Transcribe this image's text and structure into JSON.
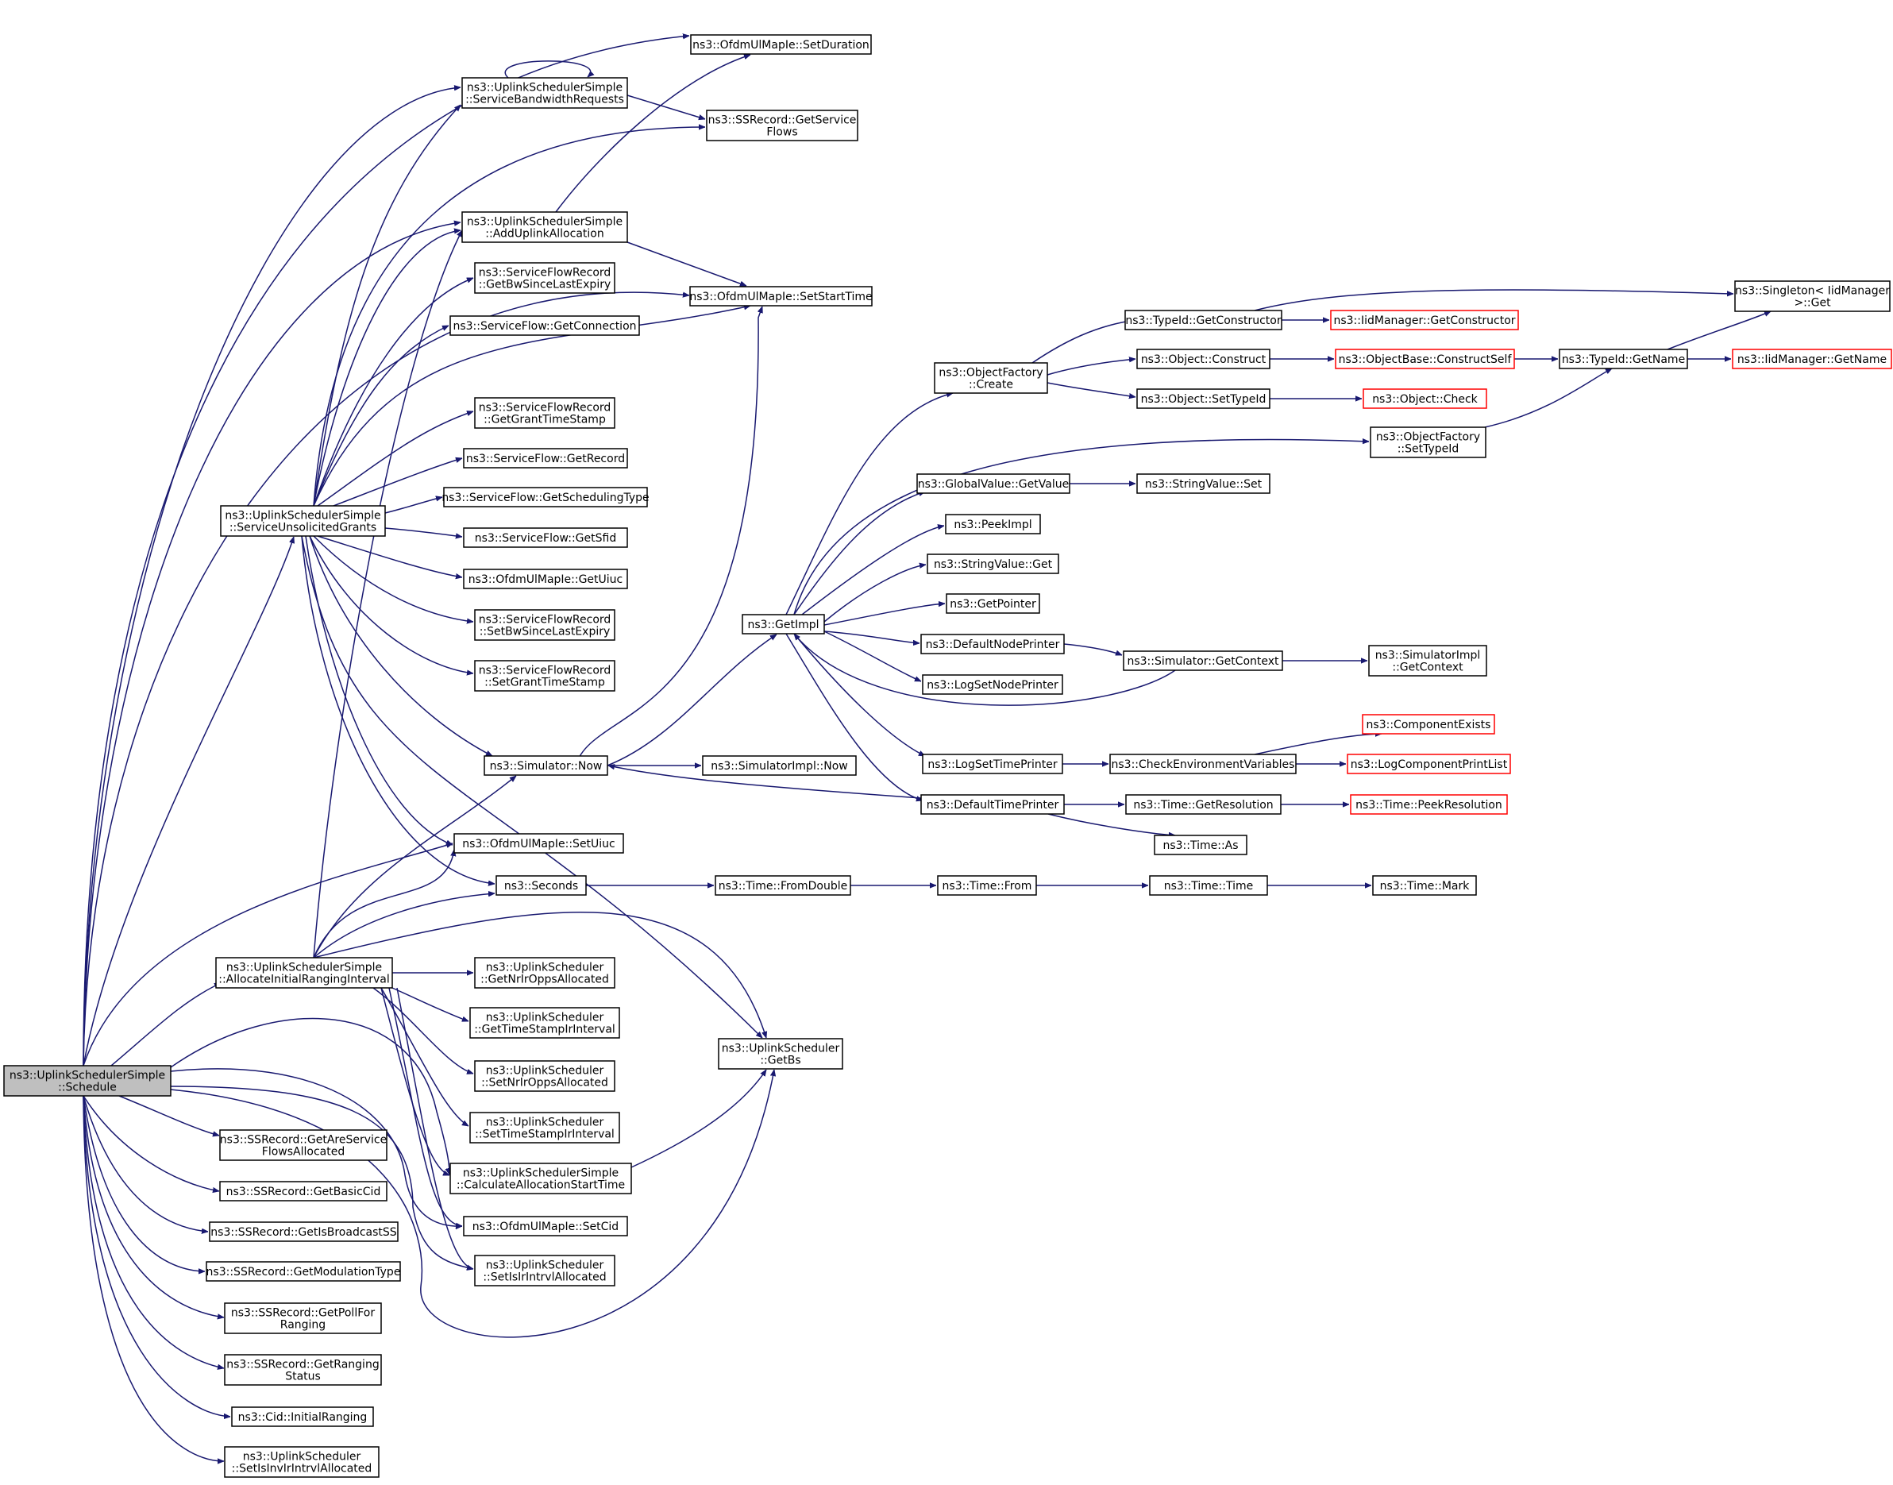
{
  "graph": {
    "root": "ns3::UplinkSchedulerSimple::Schedule",
    "colors": {
      "edge": "#191970",
      "root_fill": "#bfbfbf",
      "node_border": "#000000",
      "truncated_border": "#ff0000",
      "background": "#ffffff"
    },
    "nodes": [
      {
        "id": "schedule",
        "lines": [
          "ns3::UplinkSchedulerSimple",
          "::Schedule"
        ],
        "root": true
      },
      {
        "id": "setDuration",
        "lines": [
          "ns3::OfdmUlMapIe::SetDuration"
        ]
      },
      {
        "id": "serviceBw",
        "lines": [
          "ns3::UplinkSchedulerSimple",
          "::ServiceBandwidthRequests"
        ]
      },
      {
        "id": "getServiceFlows",
        "lines": [
          "ns3::SSRecord::GetService",
          "Flows"
        ]
      },
      {
        "id": "addUplink",
        "lines": [
          "ns3::UplinkSchedulerSimple",
          "::AddUplinkAllocation"
        ]
      },
      {
        "id": "getBwSince",
        "lines": [
          "ns3::ServiceFlowRecord",
          "::GetBwSinceLastExpiry"
        ]
      },
      {
        "id": "setStartTime",
        "lines": [
          "ns3::OfdmUlMapIe::SetStartTime"
        ]
      },
      {
        "id": "getConnection",
        "lines": [
          "ns3::ServiceFlow::GetConnection"
        ]
      },
      {
        "id": "getGrantTs",
        "lines": [
          "ns3::ServiceFlowRecord",
          "::GetGrantTimeStamp"
        ]
      },
      {
        "id": "getRecord",
        "lines": [
          "ns3::ServiceFlow::GetRecord"
        ]
      },
      {
        "id": "getSchedType",
        "lines": [
          "ns3::ServiceFlow::GetSchedulingType"
        ]
      },
      {
        "id": "serviceUnsol",
        "lines": [
          "ns3::UplinkSchedulerSimple",
          "::ServiceUnsolicitedGrants"
        ]
      },
      {
        "id": "getSfid",
        "lines": [
          "ns3::ServiceFlow::GetSfid"
        ]
      },
      {
        "id": "getUiuc",
        "lines": [
          "ns3::OfdmUlMapIe::GetUiuc"
        ]
      },
      {
        "id": "setBwSince",
        "lines": [
          "ns3::ServiceFlowRecord",
          "::SetBwSinceLastExpiry"
        ]
      },
      {
        "id": "setGrantTs",
        "lines": [
          "ns3::ServiceFlowRecord",
          "::SetGrantTimeStamp"
        ]
      },
      {
        "id": "simNow",
        "lines": [
          "ns3::Simulator::Now"
        ]
      },
      {
        "id": "setUiuc",
        "lines": [
          "ns3::OfdmUlMapIe::SetUiuc"
        ]
      },
      {
        "id": "seconds",
        "lines": [
          "ns3::Seconds"
        ]
      },
      {
        "id": "allocInit",
        "lines": [
          "ns3::UplinkSchedulerSimple",
          "::AllocateInitialRangingInterval"
        ]
      },
      {
        "id": "getNrIr",
        "lines": [
          "ns3::UplinkScheduler",
          "::GetNrIrOppsAllocated"
        ]
      },
      {
        "id": "getTsIr",
        "lines": [
          "ns3::UplinkScheduler",
          "::GetTimeStampIrInterval"
        ]
      },
      {
        "id": "setNrIr",
        "lines": [
          "ns3::UplinkScheduler",
          "::SetNrIrOppsAllocated"
        ]
      },
      {
        "id": "setTsIr",
        "lines": [
          "ns3::UplinkScheduler",
          "::SetTimeStampIrInterval"
        ]
      },
      {
        "id": "calcAlloc",
        "lines": [
          "ns3::UplinkSchedulerSimple",
          "::CalculateAllocationStartTime"
        ]
      },
      {
        "id": "setCid",
        "lines": [
          "ns3::OfdmUlMapIe::SetCid"
        ]
      },
      {
        "id": "setIsIr",
        "lines": [
          "ns3::UplinkScheduler",
          "::SetIsIrIntrvlAllocated"
        ]
      },
      {
        "id": "getAreSvc",
        "lines": [
          "ns3::SSRecord::GetAreService",
          "FlowsAllocated"
        ]
      },
      {
        "id": "getBasicCid",
        "lines": [
          "ns3::SSRecord::GetBasicCid"
        ]
      },
      {
        "id": "getIsBcast",
        "lines": [
          "ns3::SSRecord::GetIsBroadcastSS"
        ]
      },
      {
        "id": "getModType",
        "lines": [
          "ns3::SSRecord::GetModulationType"
        ]
      },
      {
        "id": "getPollFor",
        "lines": [
          "ns3::SSRecord::GetPollFor",
          "Ranging"
        ]
      },
      {
        "id": "getRangingStatus",
        "lines": [
          "ns3::SSRecord::GetRanging",
          "Status"
        ]
      },
      {
        "id": "initialRanging",
        "lines": [
          "ns3::Cid::InitialRanging"
        ]
      },
      {
        "id": "setIsInvIr",
        "lines": [
          "ns3::UplinkScheduler",
          "::SetIsInvIrIntrvlAllocated"
        ]
      },
      {
        "id": "getBs",
        "lines": [
          "ns3::UplinkScheduler",
          "::GetBs"
        ]
      },
      {
        "id": "simImplNow",
        "lines": [
          "ns3::SimulatorImpl::Now"
        ]
      },
      {
        "id": "getImpl",
        "lines": [
          "ns3::GetImpl"
        ]
      },
      {
        "id": "fromDouble",
        "lines": [
          "ns3::Time::FromDouble"
        ]
      },
      {
        "id": "timeFrom",
        "lines": [
          "ns3::Time::From"
        ]
      },
      {
        "id": "timeTime",
        "lines": [
          "ns3::Time::Time"
        ]
      },
      {
        "id": "timeMark",
        "lines": [
          "ns3::Time::Mark"
        ]
      },
      {
        "id": "objFactoryCreate",
        "lines": [
          "ns3::ObjectFactory",
          "::Create"
        ]
      },
      {
        "id": "typeIdGetCtor",
        "lines": [
          "ns3::TypeId::GetConstructor"
        ]
      },
      {
        "id": "iidGetCtor",
        "lines": [
          "ns3::IidManager::GetConstructor"
        ],
        "truncated": true
      },
      {
        "id": "singletonGet",
        "lines": [
          "ns3::Singleton< IidManager",
          " >::Get"
        ]
      },
      {
        "id": "objConstruct",
        "lines": [
          "ns3::Object::Construct"
        ]
      },
      {
        "id": "objBaseConstruct",
        "lines": [
          "ns3::ObjectBase::ConstructSelf"
        ],
        "truncated": true
      },
      {
        "id": "typeIdGetName",
        "lines": [
          "ns3::TypeId::GetName"
        ]
      },
      {
        "id": "iidGetName",
        "lines": [
          "ns3::IidManager::GetName"
        ],
        "truncated": true
      },
      {
        "id": "objSetTypeId",
        "lines": [
          "ns3::Object::SetTypeId"
        ]
      },
      {
        "id": "objCheck",
        "lines": [
          "ns3::Object::Check"
        ],
        "truncated": true
      },
      {
        "id": "ofSetTypeId",
        "lines": [
          "ns3::ObjectFactory",
          "::SetTypeId"
        ]
      },
      {
        "id": "gvGetValue",
        "lines": [
          "ns3::GlobalValue::GetValue"
        ]
      },
      {
        "id": "svSet",
        "lines": [
          "ns3::StringValue::Set"
        ]
      },
      {
        "id": "peekImpl",
        "lines": [
          "ns3::PeekImpl"
        ]
      },
      {
        "id": "svGet",
        "lines": [
          "ns3::StringValue::Get"
        ]
      },
      {
        "id": "getPointer",
        "lines": [
          "ns3::GetPointer"
        ]
      },
      {
        "id": "defNodePrinter",
        "lines": [
          "ns3::DefaultNodePrinter"
        ]
      },
      {
        "id": "simGetContext",
        "lines": [
          "ns3::Simulator::GetContext"
        ]
      },
      {
        "id": "simImplGetContext",
        "lines": [
          "ns3::SimulatorImpl",
          "::GetContext"
        ]
      },
      {
        "id": "logSetNode",
        "lines": [
          "ns3::LogSetNodePrinter"
        ]
      },
      {
        "id": "compExists",
        "lines": [
          "ns3::ComponentExists"
        ],
        "truncated": true
      },
      {
        "id": "logSetTime",
        "lines": [
          "ns3::LogSetTimePrinter"
        ]
      },
      {
        "id": "checkEnv",
        "lines": [
          "ns3::CheckEnvironmentVariables"
        ]
      },
      {
        "id": "logCompPrint",
        "lines": [
          "ns3::LogComponentPrintList"
        ],
        "truncated": true
      },
      {
        "id": "defTimePrinter",
        "lines": [
          "ns3::DefaultTimePrinter"
        ]
      },
      {
        "id": "timeGetRes",
        "lines": [
          "ns3::Time::GetResolution"
        ]
      },
      {
        "id": "timePeekRes",
        "lines": [
          "ns3::Time::PeekResolution"
        ],
        "truncated": true
      },
      {
        "id": "timeAs",
        "lines": [
          "ns3::Time::As"
        ]
      }
    ]
  }
}
